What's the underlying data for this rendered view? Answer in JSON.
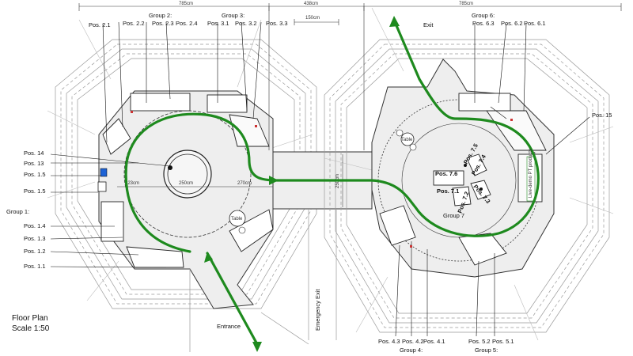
{
  "title_block": {
    "line1": "Floor Plan",
    "line2": "Scale 1:50"
  },
  "dimensions": {
    "left_width": "785cm",
    "center_gap": "438cm",
    "right_width": "785cm",
    "corridor_width": "150cm",
    "d_223": "223cm",
    "d_250": "250cm",
    "d_270": "270cm",
    "corridor_height": "250cm"
  },
  "areas": {
    "entrance": "Entrance",
    "exit": "Exit",
    "emergency_exit": "Emergency Exit",
    "live_demo": "Live-demo\nPT products",
    "table": "Table"
  },
  "groups": {
    "g1": "Group 1:",
    "g2": "Group 2:",
    "g3": "Group 3:",
    "g4": "Group 4:",
    "g5": "Group 5:",
    "g6": "Group 6:",
    "g7": "Group 7"
  },
  "positions": {
    "p21": "Pos. 2.1",
    "p22": "Pos. 2.2",
    "p23": "Pos. 2.3",
    "p24": "Pos. 2.4",
    "p31": "Pos. 3.1",
    "p32": "Pos. 3.2",
    "p33": "Pos. 3.3",
    "p14": "Pos. 14",
    "p13": "Pos. 13",
    "p15a": "Pos. 1.5",
    "p15b": "Pos. 1.5",
    "p1_4": "Pos. 1.4",
    "p1_3": "Pos. 1.3",
    "p1_2": "Pos. 1.2",
    "p1_1": "Pos. 1.1",
    "p63": "Pos. 6.3",
    "p62": "Pos. 6.2",
    "p61": "Pos. 6.1",
    "p15r": "Pos. 15",
    "p75": "Pos. 7.5",
    "p76": "Pos. 7.6",
    "p74": "Pos. 7.4",
    "p71": "Pos. 7.1",
    "p73": "Pos. 7.3",
    "p72": "Pos. 7.2",
    "p43": "Pos. 4.3",
    "p42": "Pos. 4.2",
    "p41": "Pos. 4.1",
    "p52": "Pos. 5.2",
    "p51": "Pos. 5.1"
  },
  "colors": {
    "route": "#1e8a1e",
    "floor": "#eeeeee",
    "wall": "#888888"
  }
}
